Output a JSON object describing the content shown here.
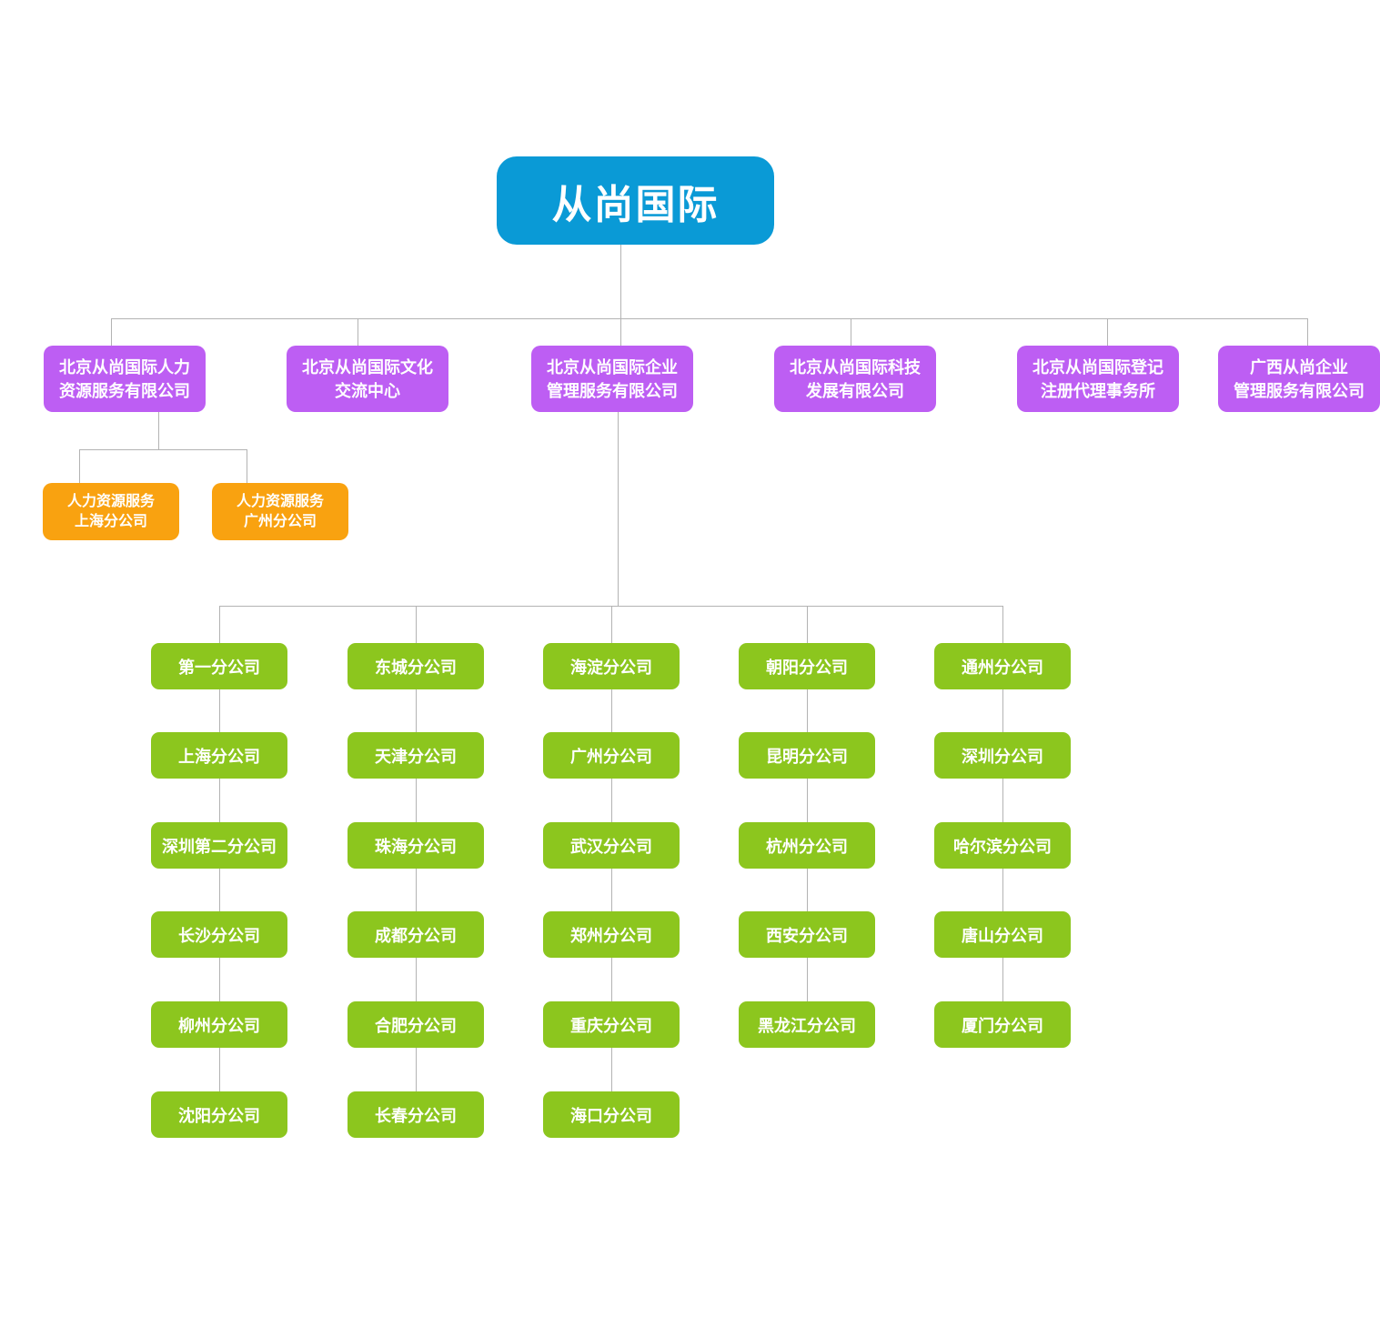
{
  "colors": {
    "root-color": "#0a9ad6",
    "branch-color": "#bd5ef3",
    "sub-branch-color": "#f9a210",
    "leaf-color": "#8cc61e",
    "connector-color": "#b3b3b3"
  },
  "root": {
    "label": "从尚国际"
  },
  "companies": [
    {
      "label": "北京从尚国际人力\n资源服务有限公司"
    },
    {
      "label": "北京从尚国际文化\n交流中心"
    },
    {
      "label": "北京从尚国际企业\n管理服务有限公司"
    },
    {
      "label": "北京从尚国际科技\n发展有限公司"
    },
    {
      "label": "北京从尚国际登记\n注册代理事务所"
    },
    {
      "label": "广西从尚企业\n管理服务有限公司"
    }
  ],
  "hr_branches": [
    {
      "label": "人力资源服务\n上海分公司"
    },
    {
      "label": "人力资源服务\n广州分公司"
    }
  ],
  "branch_columns": [
    {
      "items": [
        "第一分公司",
        "上海分公司",
        "深圳第二分公司",
        "长沙分公司",
        "柳州分公司",
        "沈阳分公司"
      ]
    },
    {
      "items": [
        "东城分公司",
        "天津分公司",
        "珠海分公司",
        "成都分公司",
        "合肥分公司",
        "长春分公司"
      ]
    },
    {
      "items": [
        "海淀分公司",
        "广州分公司",
        "武汉分公司",
        "郑州分公司",
        "重庆分公司",
        "海口分公司"
      ]
    },
    {
      "items": [
        "朝阳分公司",
        "昆明分公司",
        "杭州分公司",
        "西安分公司",
        "黑龙江分公司"
      ]
    },
    {
      "items": [
        "通州分公司",
        "深圳分公司",
        "哈尔滨分公司",
        "唐山分公司",
        "厦门分公司"
      ]
    }
  ]
}
